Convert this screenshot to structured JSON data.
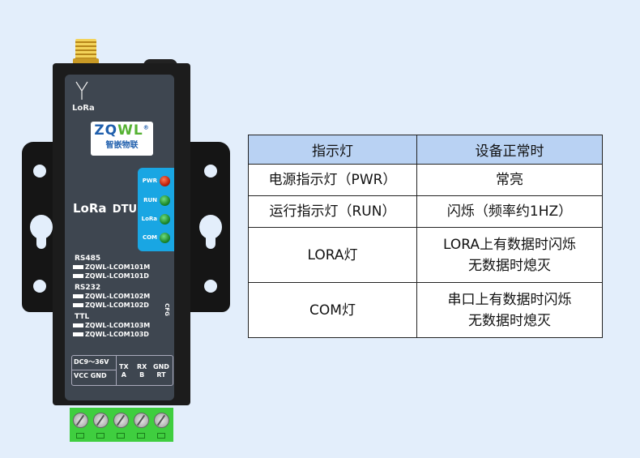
{
  "device": {
    "antenna_label": "LoRa",
    "logo": {
      "brand_blue": "ZQ",
      "brand_green": "WL",
      "reg": "®",
      "subtitle": "智嵌物联"
    },
    "product": {
      "lora": "LoRa",
      "dtu": "DTU"
    },
    "leds": [
      {
        "label": "PWR",
        "color": "red"
      },
      {
        "label": "RUN",
        "color": "green"
      },
      {
        "label": "LoRa",
        "color": "green"
      },
      {
        "label": "COM",
        "color": "green"
      }
    ],
    "model_groups": [
      {
        "title": "RS485",
        "models": [
          "ZQWL-LCOM101M",
          "ZQWL-LCOM101D"
        ]
      },
      {
        "title": "RS232",
        "models": [
          "ZQWL-LCOM102M",
          "ZQWL-LCOM102D"
        ]
      },
      {
        "title": "TTL",
        "models": [
          "ZQWL-LCOM103M",
          "ZQWL-LCOM103D"
        ]
      }
    ],
    "cfg_label": "CFG",
    "terminals": {
      "power_range": "DC9～36V",
      "power_pins": "VCC GND",
      "pins": [
        {
          "top": "TX",
          "bottom": "A"
        },
        {
          "top": "RX",
          "bottom": "B"
        },
        {
          "top": "GND",
          "bottom": "RT"
        }
      ]
    }
  },
  "table": {
    "headers": [
      "指示灯",
      "设备正常时"
    ],
    "rows": [
      {
        "indicator": "电源指示灯（PWR）",
        "normal": [
          "常亮"
        ]
      },
      {
        "indicator": "运行指示灯（RUN）",
        "normal": [
          "闪烁（频率约1HZ）"
        ]
      },
      {
        "indicator": "LORA灯",
        "normal": [
          "LORA上有数据时闪烁",
          "无数据时熄灭"
        ]
      },
      {
        "indicator": "COM灯",
        "normal": [
          "串口上有数据时闪烁",
          "无数据时熄灭"
        ]
      }
    ]
  },
  "colors": {
    "background": "#e3eefb",
    "header_fill": "#b9d2f3",
    "led_panel": "#19a6e3",
    "terminal_green": "#3fce3f"
  }
}
